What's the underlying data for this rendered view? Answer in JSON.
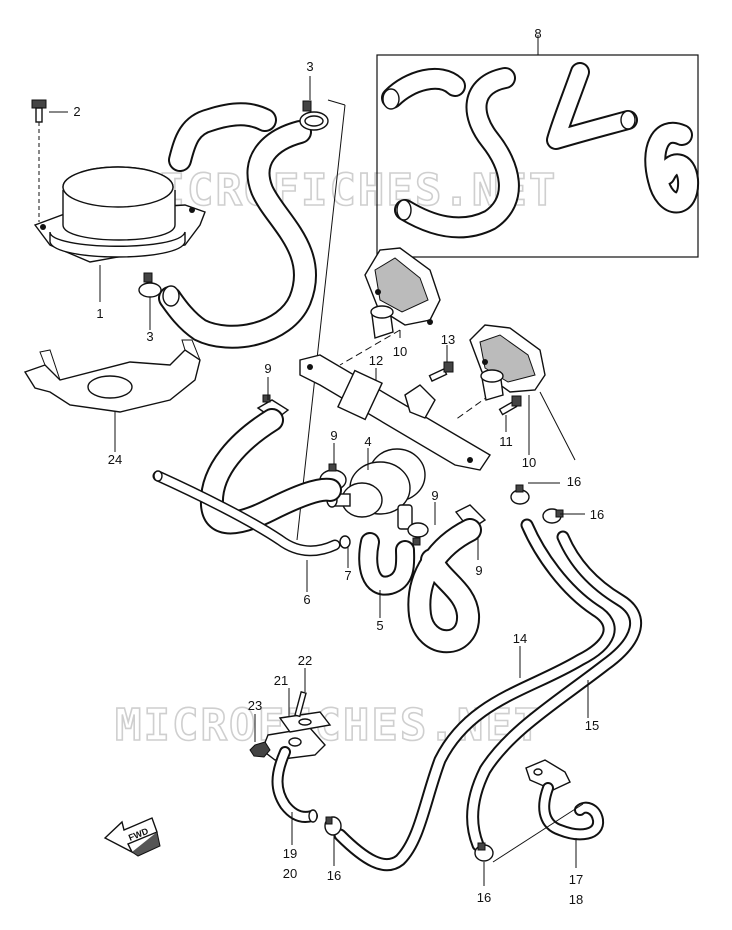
{
  "watermark": "MICROFICHES.NET",
  "fwd_label": "FWD",
  "callouts": [
    {
      "id": "c1",
      "text": "1"
    },
    {
      "id": "c2",
      "text": "2"
    },
    {
      "id": "c3a",
      "text": "3"
    },
    {
      "id": "c3b",
      "text": "3"
    },
    {
      "id": "c4",
      "text": "4"
    },
    {
      "id": "c5",
      "text": "5"
    },
    {
      "id": "c6",
      "text": "6"
    },
    {
      "id": "c7",
      "text": "7"
    },
    {
      "id": "c8",
      "text": "8"
    },
    {
      "id": "c9a",
      "text": "9"
    },
    {
      "id": "c9b",
      "text": "9"
    },
    {
      "id": "c9c",
      "text": "9"
    },
    {
      "id": "c9d",
      "text": "9"
    },
    {
      "id": "c10a",
      "text": "10"
    },
    {
      "id": "c10b",
      "text": "10"
    },
    {
      "id": "c11",
      "text": "11"
    },
    {
      "id": "c12",
      "text": "12"
    },
    {
      "id": "c13",
      "text": "13"
    },
    {
      "id": "c14",
      "text": "14"
    },
    {
      "id": "c15",
      "text": "15"
    },
    {
      "id": "c16a",
      "text": "16"
    },
    {
      "id": "c16b",
      "text": "16"
    },
    {
      "id": "c16c",
      "text": "16"
    },
    {
      "id": "c16d",
      "text": "16"
    },
    {
      "id": "c17",
      "text": "17"
    },
    {
      "id": "c18",
      "text": "18"
    },
    {
      "id": "c19",
      "text": "19"
    },
    {
      "id": "c20",
      "text": "20"
    },
    {
      "id": "c21",
      "text": "21"
    },
    {
      "id": "c22",
      "text": "22"
    },
    {
      "id": "c23",
      "text": "23"
    },
    {
      "id": "c24",
      "text": "24"
    }
  ]
}
